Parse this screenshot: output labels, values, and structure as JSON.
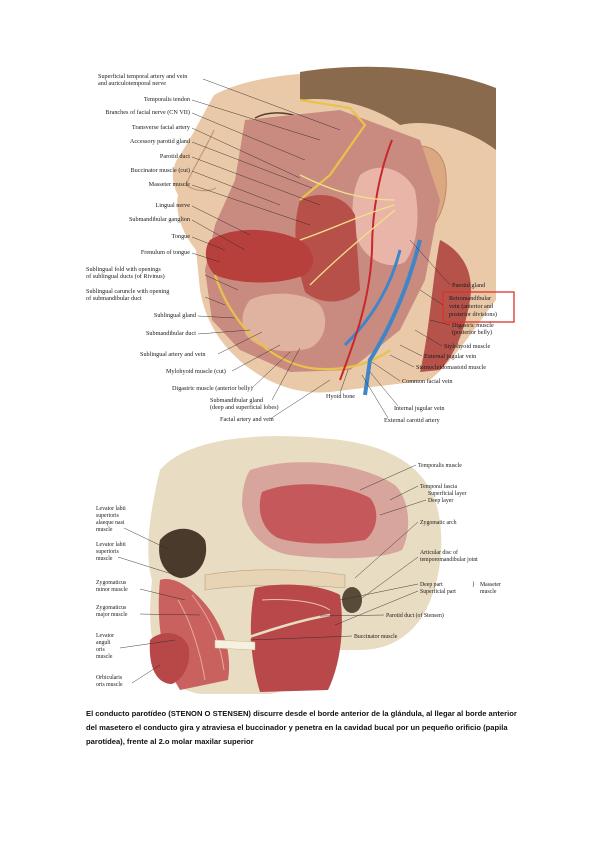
{
  "figure_top": {
    "labels_left": [
      "Superficial temporal artery and vein",
      "and auriculotemporal nerve",
      "Temporalis tendon",
      "Branches of facial nerve (CN VII)",
      "Transverse facial artery",
      "Accessory parotid gland",
      "Parotid duct",
      "Buccinator muscle (cut)",
      "Masseter muscle",
      "Lingual nerve",
      "Submandibular ganglion",
      "Tongue",
      "Frenulum of tongue",
      "Sublingual fold with openings",
      "of sublingual ducts (of Rivinus)",
      "Sublingual caruncle with opening",
      "of submandibular duct",
      "Sublingual gland",
      "Submandibular duct"
    ],
    "labels_bottom": [
      "Sublingual artery and vein",
      "Mylohyoid muscle (cut)",
      "Digastric muscle (anterior belly)",
      "Submandibular gland",
      "(deep and superficial lobes)",
      "Facial artery and vein",
      "Hyoid bone",
      "Internal jugular vein",
      "External carotid artery"
    ],
    "labels_right": [
      "Parotid gland",
      "Retromandibular",
      "vein (anterior and",
      "posterior divisions)",
      "Digastric muscle",
      "(posterior belly)",
      "Stylohyoid muscle",
      "External jugular vein",
      "Sternocleidomastoid muscle",
      "Common facial vein"
    ],
    "highlight_color": "#e0302a"
  },
  "figure_bottom": {
    "labels_left": [
      "Levator labii",
      "superioris",
      "alaeque nasi",
      "muscle",
      "Levator labii",
      "superioris",
      "muscle",
      "Zygomaticus",
      "minor muscle",
      "Zygomaticus",
      "major muscle",
      "Levator",
      "anguli",
      "oris",
      "muscle",
      "Orbicularis",
      "oris muscle"
    ],
    "labels_right": [
      "Temporalis muscle",
      "Temporal fascia",
      "Superficial layer",
      "Deep layer",
      "Zygomatic arch",
      "Articular disc of",
      "temporomandibular joint",
      "Deep part",
      "Superficial part",
      "Masseter",
      "muscle",
      "Parotid duct (of Stensen)",
      "Buccinator muscle"
    ]
  },
  "caption": {
    "text": "El conducto parotídeo (STENON O STENSEN) discurre desde el borde anterior de la glándula, al llegar al borde anterior del masetero el conducto gira y atraviesa el buccinador y penetra en la cavidad bucal por un pequeño orificio (papila parotídea), frente al 2.o molar maxilar superior"
  }
}
